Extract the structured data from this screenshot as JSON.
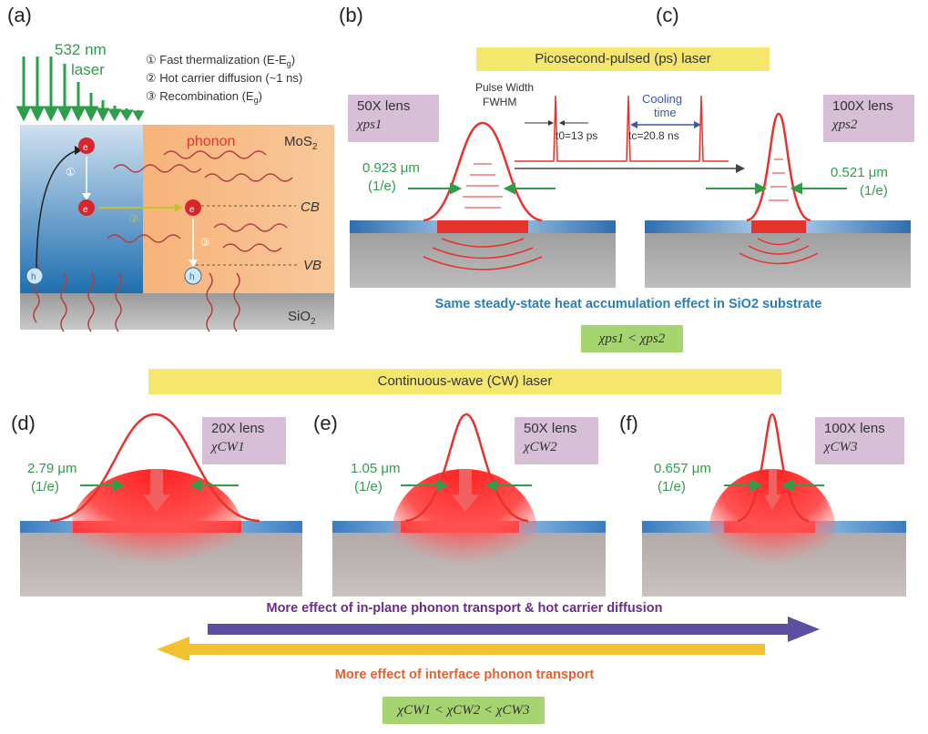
{
  "panel_a": {
    "label": "(a)",
    "laser_wavelength": "532 nm",
    "laser_word": "laser",
    "legend": [
      "① Fast thermalization (E-E",
      "② Hot carrier diffusion (~1 ns)",
      "③ Recombination (E"
    ],
    "legend_sub": "g",
    "legend_tail": [
      ")",
      "",
      ")"
    ],
    "phonon": "phonon",
    "mos2": "MoS",
    "mos2_sub": "2",
    "cb": "CB",
    "vb": "VB",
    "sio2": "SiO",
    "sio2_sub": "2",
    "electron": "e",
    "hole": "h",
    "steps": [
      "①",
      "②",
      "③"
    ]
  },
  "panel_b": {
    "label": "(b)",
    "lens": "50X lens",
    "chi": "χps1",
    "spot": "0.923 μm",
    "unit": "(1/e)"
  },
  "panel_c": {
    "label": "(c)",
    "lens": "100X lens",
    "chi": "χps2",
    "spot": "0.521 μm",
    "unit": "(1/e)"
  },
  "ps_banner": "Picosecond-pulsed (ps) laser",
  "pulse": {
    "width_label": "Pulse Width",
    "fwhm": "FWHM",
    "t0": "t0=13 ps",
    "cooling": "Cooling",
    "time": "time",
    "tc": "tc=20.8 ns"
  },
  "ps_caption": "Same steady-state heat accumulation effect in SiO2 substrate",
  "ps_relation": "χps1 < χps2",
  "cw_banner": "Continuous-wave (CW) laser",
  "panel_d": {
    "label": "(d)",
    "lens": "20X lens",
    "chi": "χCW1",
    "spot": "2.79 μm",
    "unit": "(1/e)"
  },
  "panel_e": {
    "label": "(e)",
    "lens": "50X lens",
    "chi": "χCW2",
    "spot": "1.05 μm",
    "unit": "(1/e)"
  },
  "panel_f": {
    "label": "(f)",
    "lens": "100X lens",
    "chi": "χCW3",
    "spot": "0.657 μm",
    "unit": "(1/e)"
  },
  "arrow_right_text": "More effect of in-plane phonon transport & hot carrier diffusion",
  "arrow_left_text": "More effect of interface phonon transport",
  "cw_relation": "χCW1 < χCW2 < χCW3",
  "colors": {
    "laser_green": "#2e9e4a",
    "gaussian_red": "#e8332d",
    "banner_yellow": "#f5e76e",
    "lens_purple": "#d8bfd8",
    "relation_green": "#a6d46f",
    "arrow_purple": "#5a4fa0",
    "arrow_yellow": "#f2c12e",
    "caption_blue": "#2a7fb8",
    "caption_purple": "#6b2d8c",
    "caption_orange": "#e8602c"
  }
}
